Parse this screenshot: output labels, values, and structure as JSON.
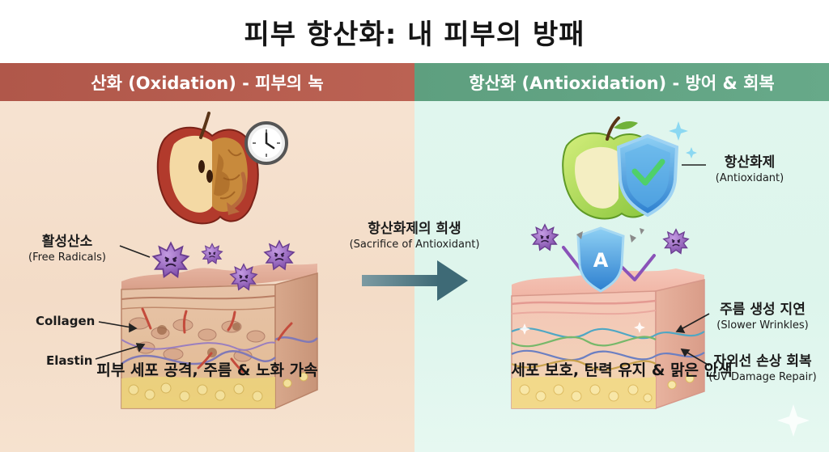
{
  "title": "피부 항산화: 내 피부의 방패",
  "left": {
    "header": "산화 (Oxidation) - 피부의 녹",
    "free_radicals": {
      "ko": "활성산소",
      "en": "(Free Radicals)"
    },
    "collagen": "Collagen",
    "elastin": "Elastin",
    "caption": "피부 세포 공격, 주름 & 노화 가속"
  },
  "center": {
    "sacrifice": {
      "ko": "항산화제의 희생",
      "en": "(Sacrifice of Antioxidant)"
    }
  },
  "right": {
    "header": "항산화 (Antioxidation) - 방어 & 회복",
    "antioxidant": {
      "ko": "항산화제",
      "en": "(Antioxidant)"
    },
    "shield_letter": "A",
    "slower_wrinkles": {
      "ko": "주름 생성 지연",
      "en": "(Slower Wrinkles)"
    },
    "uv_repair": {
      "ko": "자외선 손상 회복",
      "en": "(UV Damage Repair)"
    },
    "caption": "세포 보호, 탄력 유지 & 맑은 안색"
  },
  "icons": [
    "browned-apple-icon",
    "clock-icon",
    "free-radical-icon",
    "skin-cross-section-icon",
    "big-arrow-icon",
    "green-apple-icon",
    "shield-check-icon",
    "shield-a-icon",
    "sparkle-icon"
  ],
  "colors": {
    "oxidation_band": "#b0574a",
    "antioxidation_band": "#5e9f7f",
    "left_bg": "#f3dcc7",
    "right_bg": "#ddf5ec",
    "radical_purple": "#8b5bb3",
    "shield_blue": "#3d9be0",
    "arrow_slate": "#46707a"
  }
}
